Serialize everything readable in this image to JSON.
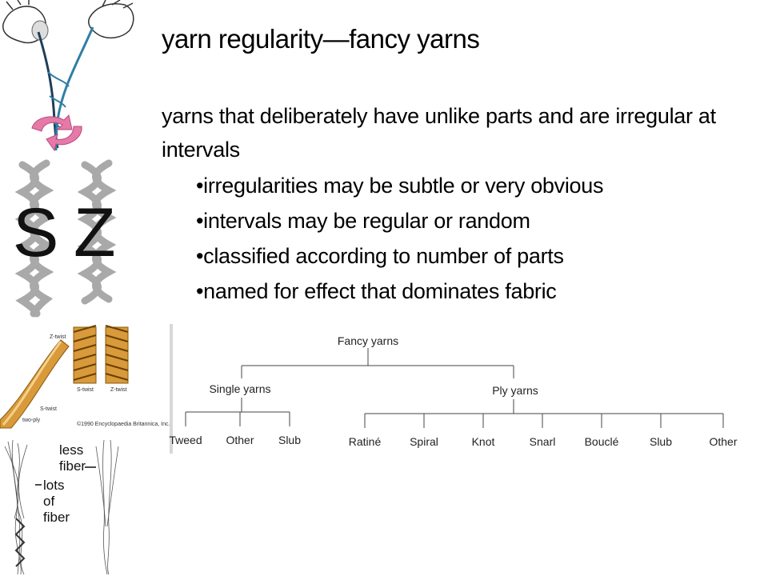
{
  "slide": {
    "title": "yarn regularity—fancy yarns",
    "intro": "yarns that deliberately have unlike parts and are irregular at intervals",
    "bullets": [
      "irregularities may be subtle or very obvious",
      "intervals may be regular or random",
      "classified according to number of parts",
      "named for effect that dominates fabric"
    ]
  },
  "twist_figure": {
    "s_label": "S",
    "z_label": "Z"
  },
  "ply_figure": {
    "z_twist": "Z-twist",
    "s_twist": "S-twist",
    "two_ply": "two-ply",
    "s_twist_small": "S-twist",
    "z_twist_small": "Z-twist",
    "copyright": "©1990 Encyclopaedia Britannica, Inc."
  },
  "fiber_figure": {
    "less_fiber": [
      "less",
      "fiber"
    ],
    "lots_of_fiber": [
      "lots",
      "of",
      "fiber"
    ]
  },
  "tree": {
    "root": "Fancy yarns",
    "groups": [
      {
        "label": "Single yarns",
        "children": [
          "Tweed",
          "Other",
          "Slub"
        ]
      },
      {
        "label": "Ply yarns",
        "children": [
          "Ratiné",
          "Spiral",
          "Knot",
          "Snarl",
          "Bouclé",
          "Slub",
          "Other"
        ]
      }
    ]
  },
  "colors": {
    "strand_blue": "#2f7fa6",
    "strand_dark": "#1e3f5a",
    "twist_arrow": "#e57aa8",
    "ply_orange": "#d89a3a",
    "rope_grey": "#a9a9a9"
  }
}
